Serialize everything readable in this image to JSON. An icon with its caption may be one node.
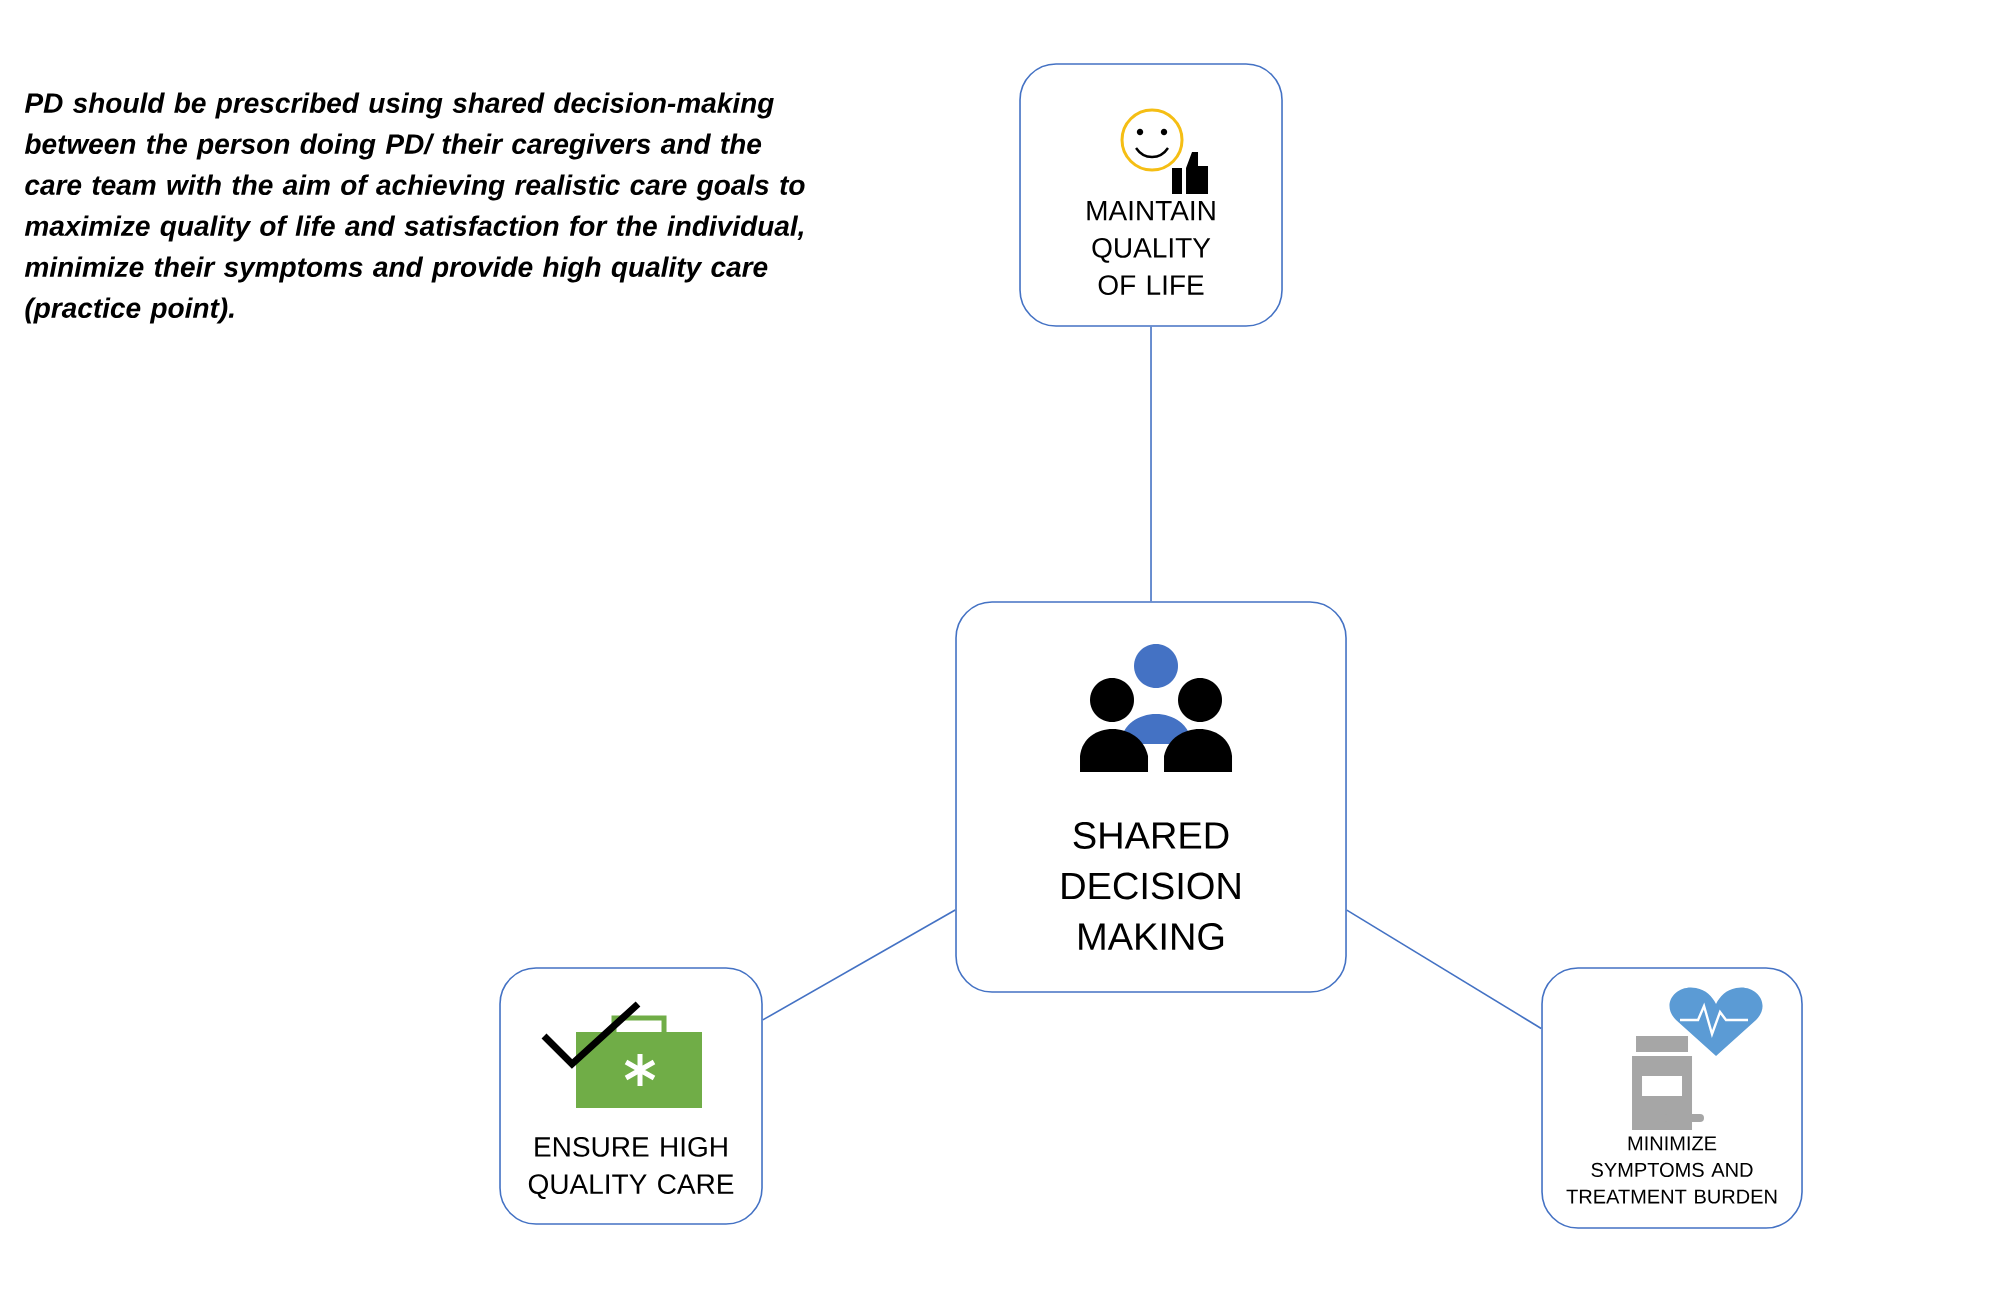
{
  "diagram": {
    "nodes": [
      {
        "text": [
          "MAINTAIN QUALITY OF LIFE"
        ]
      },
      {
        "text": [
          "SHARED DECISION MAKING"
        ]
      },
      {
        "text": [
          "ENSURE HIGH QUALITY CARE"
        ]
      },
      {
        "text": [
          "MINIMIZE SYMPTOMS AND TREATMENT BURDEN"
        ]
      }
    ],
    "edges": [
      {
        "from": 1,
        "to": 0,
        "arrow": "none"
      },
      {
        "from": 1,
        "to": 2,
        "arrow": "none"
      },
      {
        "from": 1,
        "to": 3,
        "arrow": "none"
      }
    ],
    "labels": [
      "PD should be prescribed using shared decision-making between the person doing PD/ their caregivers and the care team with the aim of achieving realistic care goals to maximize quality of life and satisfaction for the individual, minimize their symptoms and provide high quality care (practice point)."
    ]
  }
}
